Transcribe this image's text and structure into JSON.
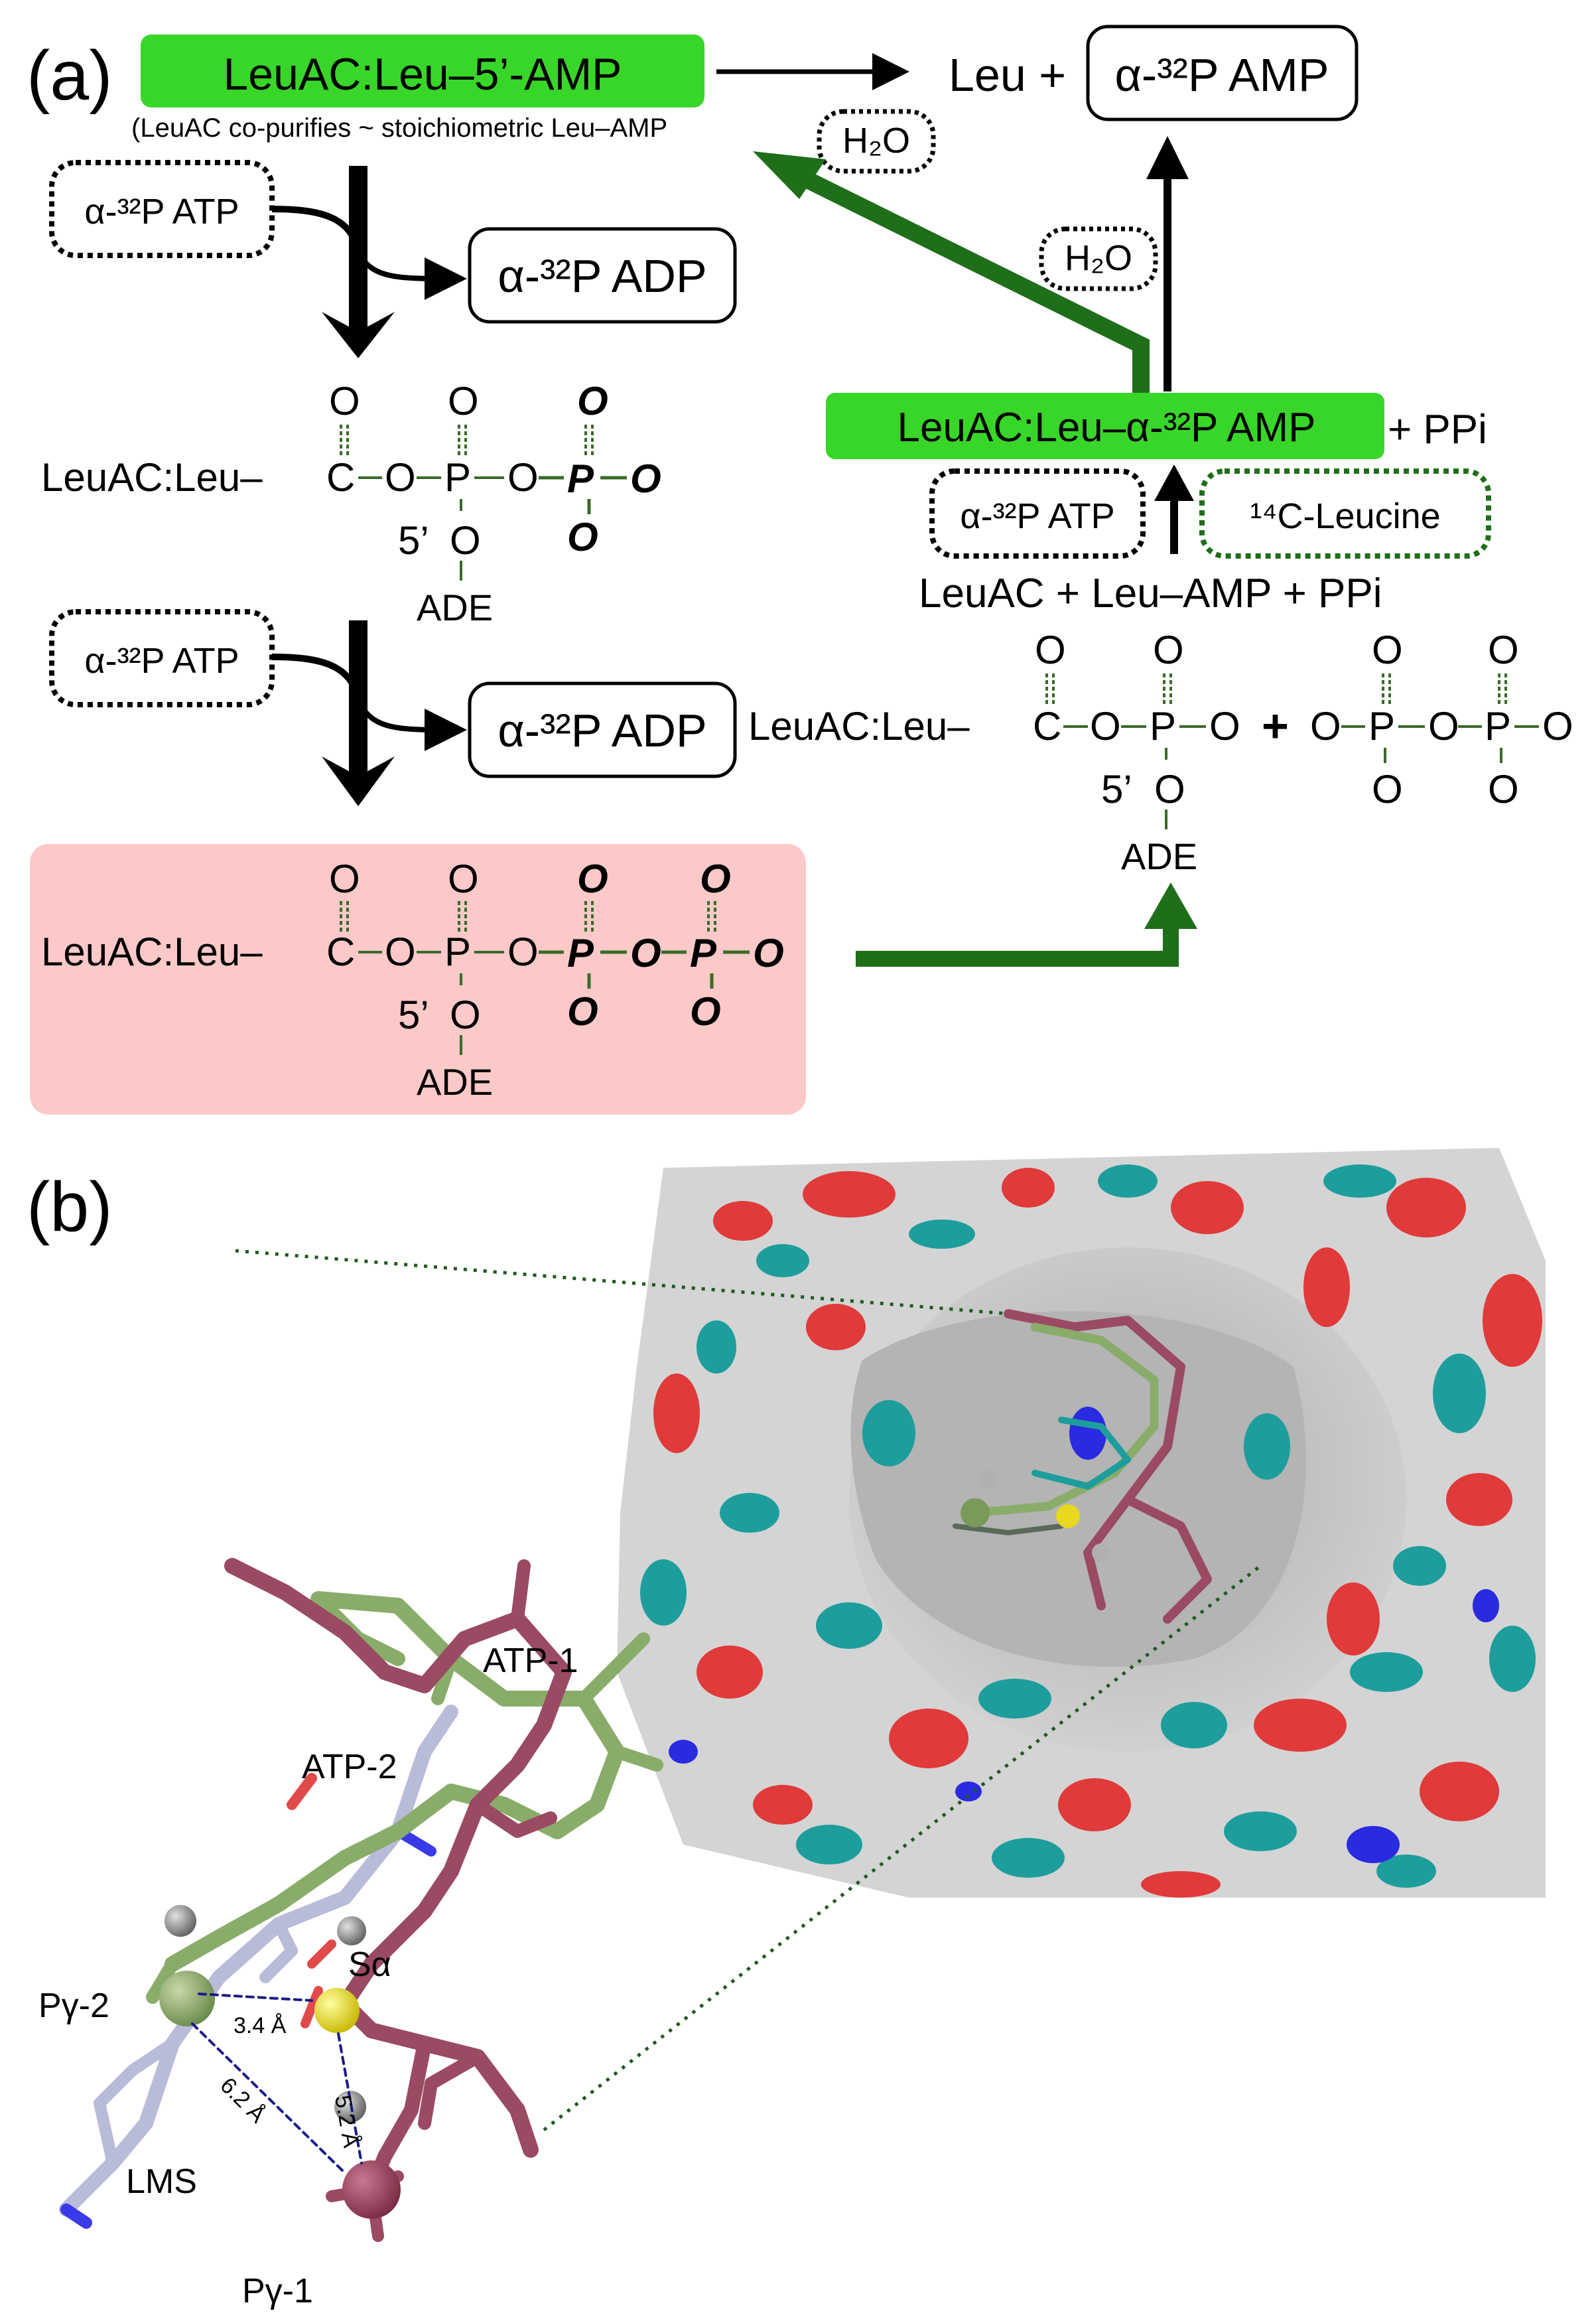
{
  "panel_a": {
    "label": "(a)",
    "leuac_leu_5amp": "LeuAC:Leu–5’-AMP",
    "copurifies_note": "(LeuAC co-purifies ~ stoichiometric Leu–AMP",
    "leu_plus": "Leu +",
    "alpha32p_amp": "α-³²P AMP",
    "h2o": "H₂O",
    "alpha32p_atp": "α-³²P ATP",
    "alpha32p_adp": "α-³²P ADP",
    "leuac_leu_prefix": "LeuAC:Leu–",
    "c": "C",
    "o": "O",
    "p": "P",
    "five_prime": "5’",
    "ade": "ADE",
    "leuac_alpha32p_amp": "LeuAC:Leu–α-³²P AMP",
    "plus_ppi": "+ PPi",
    "c14_leucine": "¹⁴C-Leucine",
    "leuac_leuamp_ppi": "LeuAC + Leu–AMP + PPi",
    "plus": "+",
    "colors": {
      "green_box": "#39d62a",
      "dark_green": "#1f6e1a",
      "pink_box": "#fbc9c8",
      "bond_green": "#3a6a2a"
    }
  },
  "panel_b": {
    "label": "(b)",
    "atp1": "ATP-1",
    "atp2": "ATP-2",
    "s_alpha": "Sα",
    "p_gamma2": "Pγ-2",
    "p_gamma1": "Pγ-1",
    "lms": "LMS",
    "d1": "3.4 Å",
    "d2": "6.2 Å",
    "d3": "5.2 Å",
    "colors": {
      "atp1": "#9a4a62",
      "atp2": "#8aac6a",
      "lms": "#b8bcd8",
      "surface_white": "#d8d8d8",
      "surface_teal": "#1e9d9d",
      "surface_red": "#e03a3a",
      "surface_blue": "#2a2ae0",
      "sulfur": "#f2e21a",
      "metal": "#8a8a8a"
    }
  }
}
